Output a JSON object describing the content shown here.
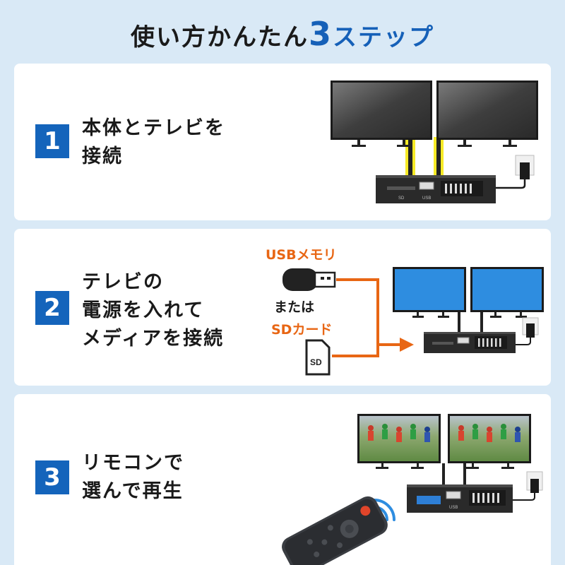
{
  "header": {
    "title_prefix": "使い方かんたん",
    "title_number": "3",
    "title_suffix": "ステップ"
  },
  "steps": [
    {
      "number": "1",
      "text": "本体とテレビを\n接続"
    },
    {
      "number": "2",
      "text": "テレビの\n電源を入れて\nメディアを接続"
    },
    {
      "number": "3",
      "text": "リモコンで\n選んで再生"
    }
  ],
  "media": {
    "usb_label": "USBメモリ",
    "or_label": "または",
    "sd_label": "SDカード",
    "sd_card_text": "SD"
  },
  "device": {
    "usb_port_label": "USB",
    "sd_port_label": "SD"
  },
  "colors": {
    "accent_blue": "#1464bb",
    "arrow_orange": "#e86614",
    "hdmi_yellow": "#f5e600",
    "background": "#d9e9f6"
  }
}
